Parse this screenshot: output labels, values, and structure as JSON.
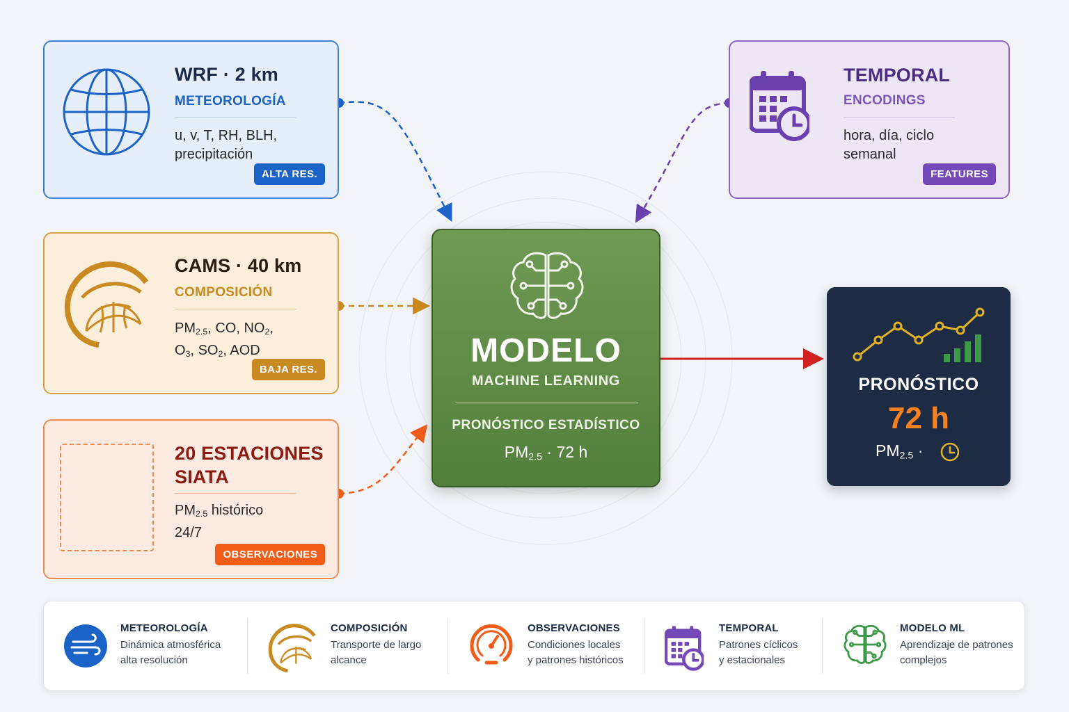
{
  "sources": {
    "wrf": {
      "title": "WRF · 2 km",
      "subtitle": "METEOROLOGÍA",
      "line1": "u, v, T, RH, BLH,",
      "line2": "precipitación",
      "badge": "ALTA RES.",
      "icon": "globe-icon",
      "color": "#1b63c7"
    },
    "cams": {
      "title": "CAMS · 40 km",
      "subtitle": "COMPOSICIÓN",
      "line1_a": "PM",
      "line1_a_sub": "2.5",
      "line1_b": ", CO, NO",
      "line1_b_sub": "2",
      "line1_c": ",",
      "line2_a": "O",
      "line2_a_sub": "3",
      "line2_b": ", SO",
      "line2_b_sub": "2",
      "line2_c": ", AOD",
      "badge": "BAJA RES.",
      "icon": "satellite-globe-icon",
      "color": "#c98a22"
    },
    "siata": {
      "title_line1": "20 ESTACIONES",
      "title_line2": "SIATA",
      "line1_a": "PM",
      "line1_a_sub": "2.5",
      "line1_b": " histórico",
      "line2": "24/7",
      "badge": "OBSERVACIONES",
      "icon": "image-placeholder",
      "color": "#f25c19"
    },
    "temporal": {
      "title": "TEMPORAL",
      "subtitle": "ENCODINGS",
      "line1": "hora, día, ciclo",
      "line2": "semanal",
      "badge": "FEATURES",
      "icon": "calendar-clock-icon",
      "color": "#6a3fae"
    }
  },
  "model": {
    "title": "MODELO",
    "subtitle": "MACHINE LEARNING",
    "caption": "PRONÓSTICO ESTADÍSTICO",
    "metric_a": "PM",
    "metric_sub": "2.5",
    "metric_b": " · 72 h",
    "icon": "brain-circuit-icon"
  },
  "forecast": {
    "title": "PRONÓSTICO",
    "value": "72 h",
    "metric_a": "PM",
    "metric_sub": "2.5",
    "metric_b": " ·",
    "icon": "trend-chart-icon",
    "accent": "#f5821f"
  },
  "legend": [
    {
      "title": "METEOROLOGÍA",
      "desc1": "Dinámica atmosférica",
      "desc2": "alta resolución",
      "icon": "wind-icon"
    },
    {
      "title": "COMPOSICIÓN",
      "desc1": "Transporte de largo",
      "desc2": "alcance",
      "icon": "satellite-globe-icon"
    },
    {
      "title": "OBSERVACIONES",
      "desc1": "Condiciones locales",
      "desc2": "y patrones históricos",
      "icon": "gauge-icon"
    },
    {
      "title": "TEMPORAL",
      "desc1": "Patrones cíclicos",
      "desc2": "y estacionales",
      "icon": "calendar-clock-icon"
    },
    {
      "title": "MODELO ML",
      "desc1": "Aprendizaje de patrones",
      "desc2": "complejos",
      "icon": "brain-circuit-icon"
    }
  ]
}
